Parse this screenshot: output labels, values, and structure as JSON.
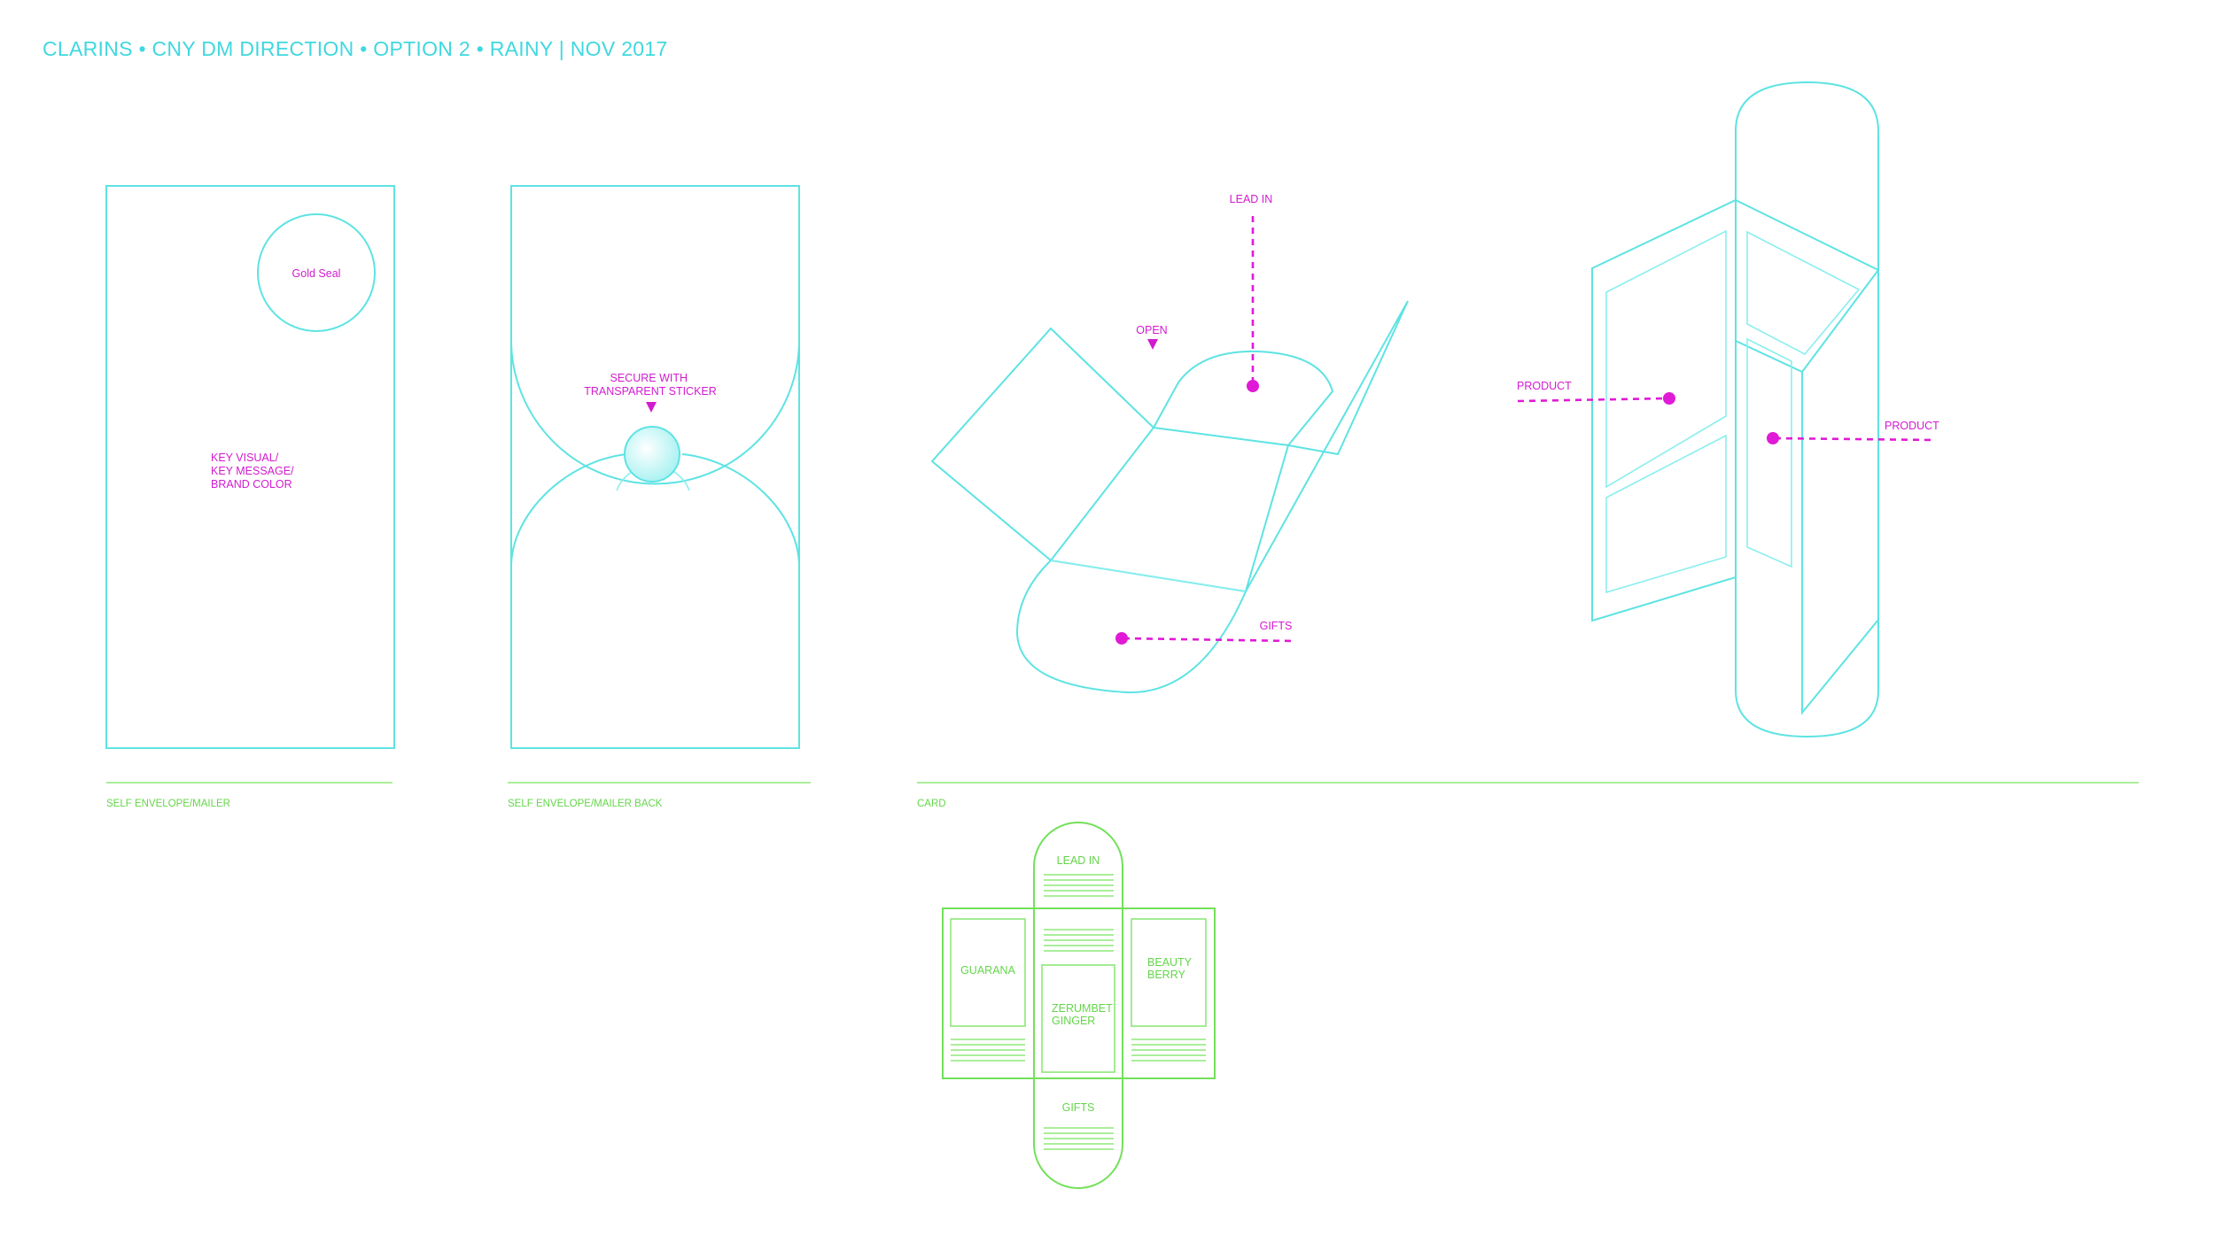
{
  "header": {
    "title": "CLARINS • CNY DM DIRECTION • OPTION 2 • RAINY | NOV 2017"
  },
  "envelope_front": {
    "seal_label": "Gold Seal",
    "key_visual_lines": [
      "KEY VISUAL/",
      "KEY MESSAGE/",
      "BRAND COLOR"
    ],
    "caption": "SELF ENVELOPE/MAILER"
  },
  "envelope_back": {
    "sticker_lines": [
      "SECURE WITH",
      "TRANSPARENT STICKER"
    ],
    "caption": "SELF ENVELOPE/MAILER BACK"
  },
  "card_open": {
    "lead_in": "LEAD IN",
    "open": "OPEN",
    "gifts": "GIFTS"
  },
  "card_side": {
    "product_left": "PRODUCT",
    "product_right": "PRODUCT"
  },
  "card_caption": "CARD",
  "card_flat": {
    "lead_in": "LEAD IN",
    "guarana": "GUARANA",
    "beauty_lines": [
      "BEAUTY",
      "BERRY"
    ],
    "zerumbet_lines": [
      "ZERUMBET",
      "GINGER"
    ],
    "gifts": "GIFTS"
  },
  "colors": {
    "cyan": "#5ee3e3",
    "magenta": "#e01ad6",
    "green": "#73e05a"
  }
}
